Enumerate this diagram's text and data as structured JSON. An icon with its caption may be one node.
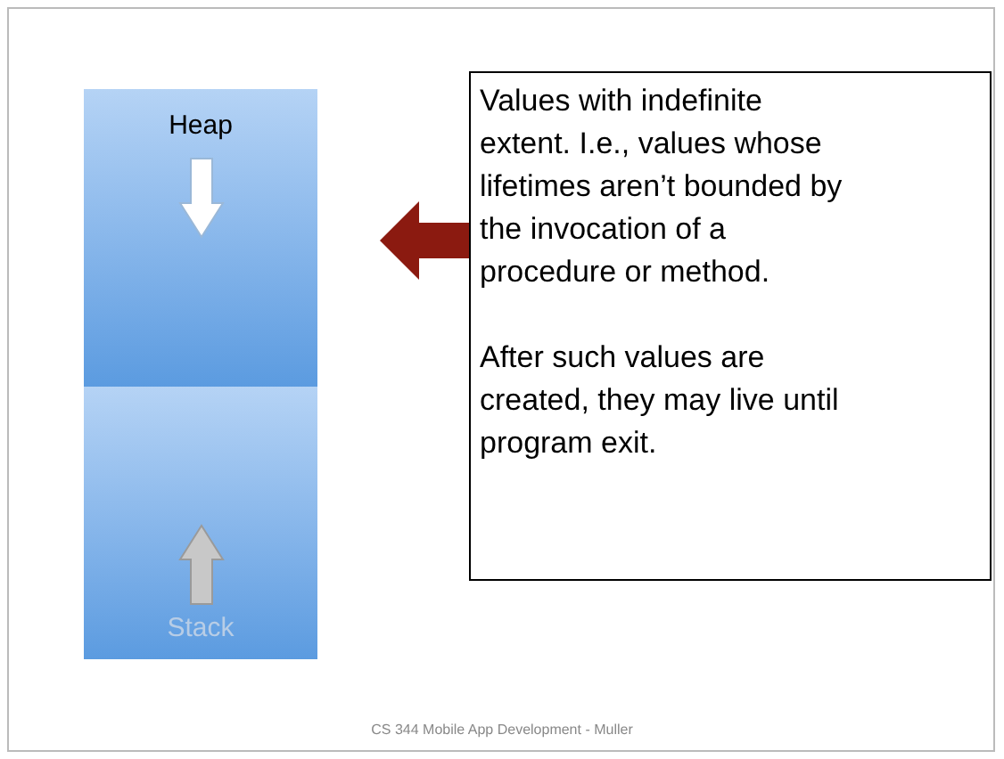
{
  "diagram": {
    "nodes": [
      {
        "text": [
          "Heap"
        ]
      },
      {
        "text": [
          "Stack"
        ]
      },
      {
        "text": [
          "Values with indefinite extent. I.e., values whose lifetimes aren’t bounded by the invocation of a procedure or method.",
          "After such values are created, they may live until program exit."
        ]
      }
    ],
    "edges": [
      {
        "from": 2,
        "to": 0,
        "arrow": "to",
        "color": "#8b1a10"
      }
    ],
    "labels": [
      "CS 344 Mobile App Development - Muller"
    ]
  }
}
